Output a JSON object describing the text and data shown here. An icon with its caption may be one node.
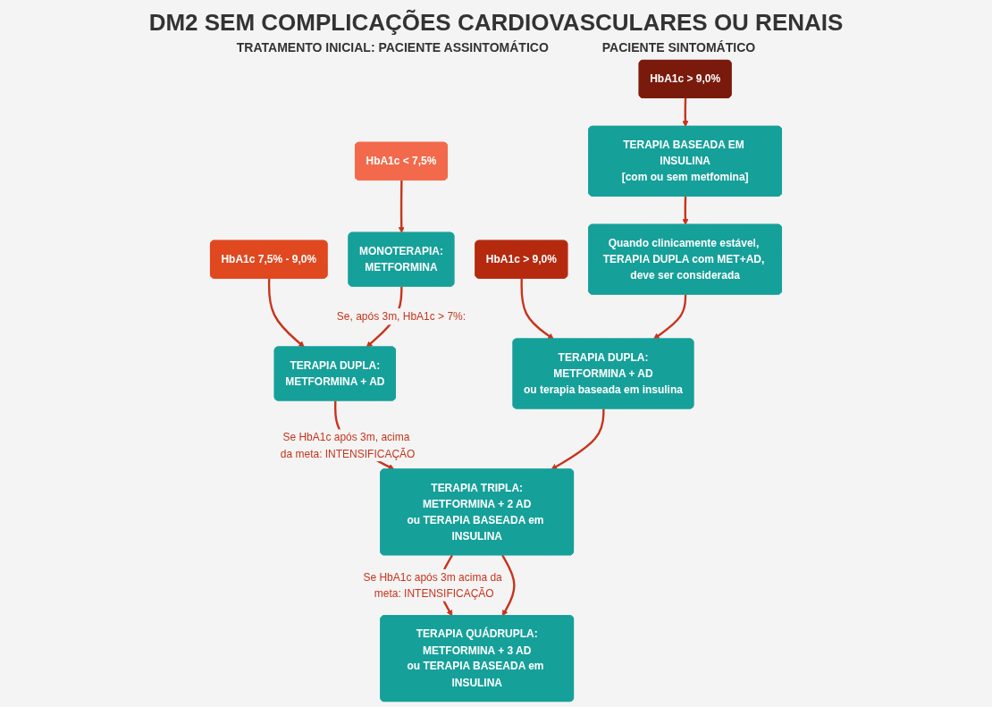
{
  "diagram": {
    "title": "DM2 SEM COMPLICAÇÕES CARDIOVASCULARES OU RENAIS",
    "nodes": [
      {
        "text": [
          "HbA1c < 7,5%"
        ]
      },
      {
        "text": [
          "HbA1c  7,5% - 9,0%"
        ]
      },
      {
        "text": [
          "HbA1c  > 9,0%"
        ]
      },
      {
        "text": [
          "HbA1c  > 9,0%"
        ]
      },
      {
        "text": [
          "MONOTERAPIA:",
          "METFORMINA"
        ]
      },
      {
        "text": [
          "TERAPIA DUPLA:",
          "METFORMINA + AD"
        ]
      },
      {
        "text": [
          "TERAPIA DUPLA:",
          "METFORMINA + AD",
          "ou terapia baseada em insulina"
        ]
      },
      {
        "text": [
          "TERAPIA BASEADA EM INSULINA",
          "[com ou sem metfomina]"
        ]
      },
      {
        "text": [
          "Quando clinicamente estável, TERAPIA DUPLA com MET+AD, deve ser considerada"
        ]
      },
      {
        "text": [
          "TERAPIA TRIPLA:",
          "METFORMINA + 2 AD",
          "ou TERAPIA BASEADA em INSULINA"
        ]
      },
      {
        "text": [
          "TERAPIA QUÁDRUPLA:",
          "METFORMINA + 3 AD",
          "ou TERAPIA BASEADA em INSULINA"
        ]
      }
    ],
    "edges": [
      {
        "from": 0,
        "to": 4,
        "arrow": "to"
      },
      {
        "from": 1,
        "to": 5,
        "arrow": "to"
      },
      {
        "from": 2,
        "to": 6,
        "arrow": "to"
      },
      {
        "from": 3,
        "to": 7,
        "arrow": "to"
      },
      {
        "from": 4,
        "to": 5,
        "arrow": "to",
        "label": "Se, após 3m, HbA1c > 7%:"
      },
      {
        "from": 7,
        "to": 8,
        "arrow": "to"
      },
      {
        "from": 8,
        "to": 6,
        "arrow": "to"
      },
      {
        "from": 5,
        "to": 9,
        "arrow": "to",
        "label": "Se HbA1c após 3m, acima da meta: INTENSIFICAÇÃO"
      },
      {
        "from": 6,
        "to": 9,
        "arrow": "to"
      },
      {
        "from": 9,
        "to": 10,
        "arrow": "to",
        "label": "Se HbA1c após 3m acima da meta: INTENSIFICAÇÃO"
      },
      {
        "from": 9,
        "to": 10,
        "arrow": "to"
      }
    ],
    "labels": [
      "TRATAMENTO INICIAL: PACIENTE ASSINTOMÁTICO",
      "PACIENTE SINTOMÁTICO"
    ]
  }
}
